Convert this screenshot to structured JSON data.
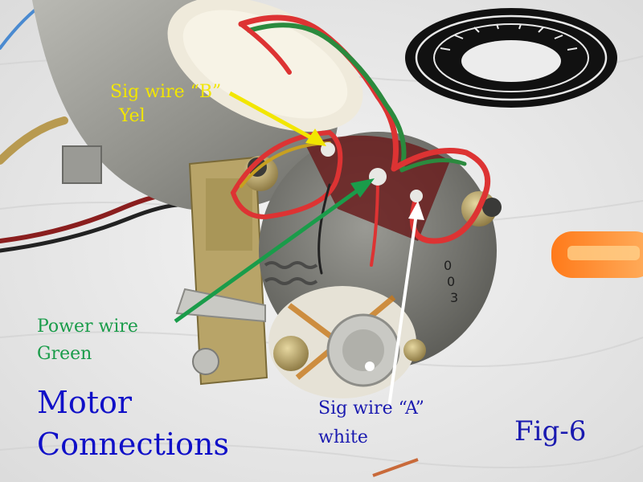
{
  "labels": {
    "sig_b_line1": "Sig wire “B”",
    "sig_b_line2": "Yel",
    "power_line1": "Power wire",
    "power_line2": "Green",
    "sig_a_line1": "Sig wire “A”",
    "sig_a_line2": "white",
    "title_line1": "Motor",
    "title_line2": "Connections",
    "figure": "Fig-6"
  },
  "colors": {
    "sig_b": "#f2e600",
    "power": "#1a9c4a",
    "sig_a": "#ffffff",
    "title": "#1010c8",
    "sig_a_text": "#1a1ab0",
    "figure": "#1a1ab0"
  }
}
